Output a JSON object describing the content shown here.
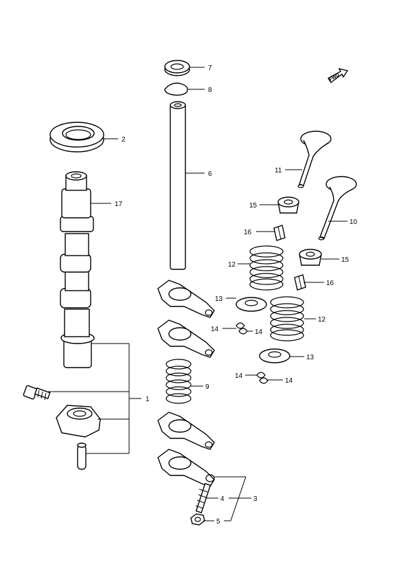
{
  "fwd_marker": {
    "text": "FWD",
    "icon": "forward-arrow-icon"
  },
  "callouts": {
    "c1": "1",
    "c2": "2",
    "c3": "3",
    "c4": "4",
    "c5": "5",
    "c6": "6",
    "c7": "7",
    "c8": "8",
    "c9": "9",
    "c10": "10",
    "c11": "11",
    "c12a": "12",
    "c12b": "12",
    "c13a": "13",
    "c13b": "13",
    "c14a": "14",
    "c14b": "14",
    "c14c": "14",
    "c14d": "14",
    "c15a": "15",
    "c15b": "15",
    "c16a": "16",
    "c16b": "16",
    "c17": "17"
  }
}
